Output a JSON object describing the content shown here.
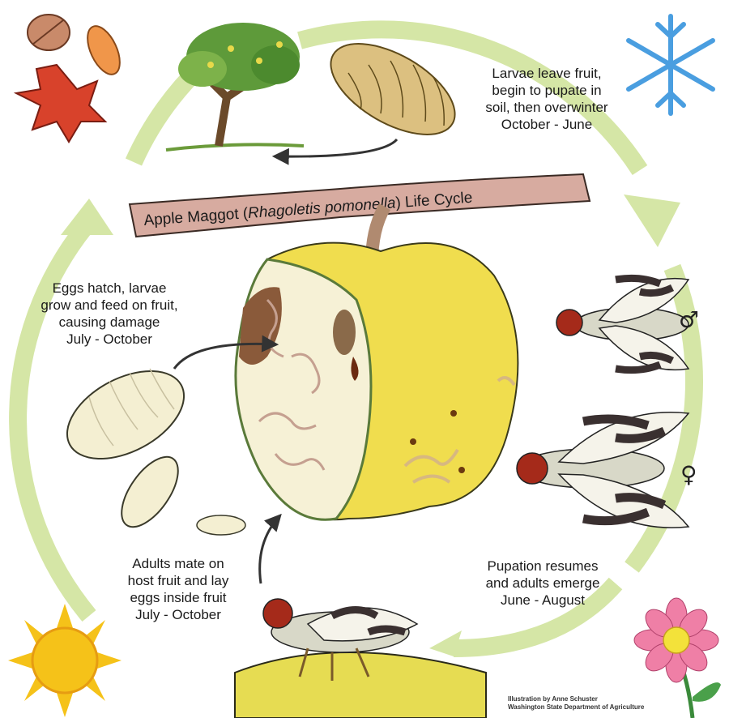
{
  "title": {
    "prefix": "Apple Maggot (",
    "species": "Rhagoletis pomonella",
    "suffix": ") Life Cycle"
  },
  "stages": {
    "overwinter": [
      "Larvae leave fruit,",
      "begin to pupate in",
      "soil, then overwinter",
      "October - June"
    ],
    "emerge": [
      "Pupation resumes",
      "and adults emerge",
      "June - August"
    ],
    "mate": [
      "Adults mate on",
      "host fruit and lay",
      "eggs inside fruit",
      "July - October"
    ],
    "hatch": [
      "Eggs hatch, larvae",
      "grow and feed on fruit,",
      "causing damage",
      "July - October"
    ]
  },
  "symbols": {
    "male": "♂",
    "female": "♀"
  },
  "credit": [
    "Illustration by Anne Schuster",
    "Washington State Department of Agriculture"
  ],
  "colors": {
    "cycle_arrow": "#d5e6a6",
    "banner": "#d7aba0",
    "apple_yellow": "#f0dd4e",
    "apple_flesh": "#f6f1d6",
    "larva": "#f4efd2",
    "pupa": "#dcc080",
    "snowflake": "#4a9ee0",
    "sun": "#f5c219",
    "flower": "#ef7fa6"
  }
}
